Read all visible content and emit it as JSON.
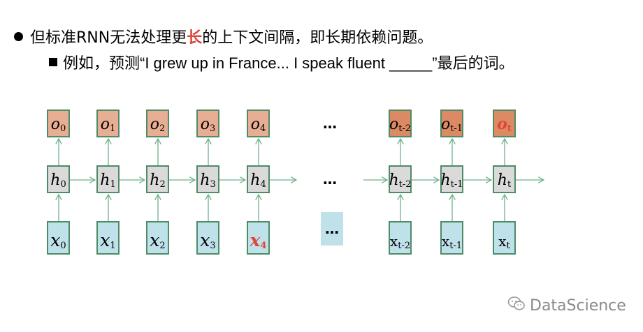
{
  "bullet_main": {
    "before": "但标准RNN无法处理更",
    "emphasis": "长",
    "after": "的上下文间隔，即长期依赖问题。"
  },
  "bullet_sub": {
    "text": "例如，预测“I grew up in France... I speak fluent _____”最后的词。"
  },
  "diagram": {
    "outputs": [
      {
        "sym": "o",
        "sub": "0"
      },
      {
        "sym": "o",
        "sub": "1"
      },
      {
        "sym": "o",
        "sub": "2"
      },
      {
        "sym": "o",
        "sub": "3"
      },
      {
        "sym": "o",
        "sub": "4"
      },
      {
        "sym": "o",
        "sub": "t-2"
      },
      {
        "sym": "o",
        "sub": "t-1"
      },
      {
        "sym": "o",
        "sub": "t"
      }
    ],
    "hidden": [
      {
        "sym": "h",
        "sub": "0"
      },
      {
        "sym": "h",
        "sub": "1"
      },
      {
        "sym": "h",
        "sub": "2"
      },
      {
        "sym": "h",
        "sub": "3"
      },
      {
        "sym": "h",
        "sub": "4"
      },
      {
        "sym": "h",
        "sub": "t-2"
      },
      {
        "sym": "h",
        "sub": "t-1"
      },
      {
        "sym": "h",
        "sub": "t"
      }
    ],
    "inputs": [
      {
        "sym": "x",
        "sub": "0"
      },
      {
        "sym": "x",
        "sub": "1"
      },
      {
        "sym": "x",
        "sub": "2"
      },
      {
        "sym": "x",
        "sub": "3"
      },
      {
        "sym": "x",
        "sub": "4"
      },
      {
        "sym": "x",
        "sub": "t-2"
      },
      {
        "sym": "x",
        "sub": "t-1"
      },
      {
        "sym": "x",
        "sub": "t"
      }
    ],
    "ellipsis": "…",
    "colors": {
      "output": "#e8ae93",
      "output_highlight": "#dc8a63",
      "hidden": "#dadada",
      "input": "#bfe1ea",
      "border": "#4e8b67",
      "arrow": "#6fb08a",
      "emphasis": "#e0453a"
    }
  },
  "watermark": {
    "icon": "wechat-icon",
    "text": "DataScience"
  }
}
